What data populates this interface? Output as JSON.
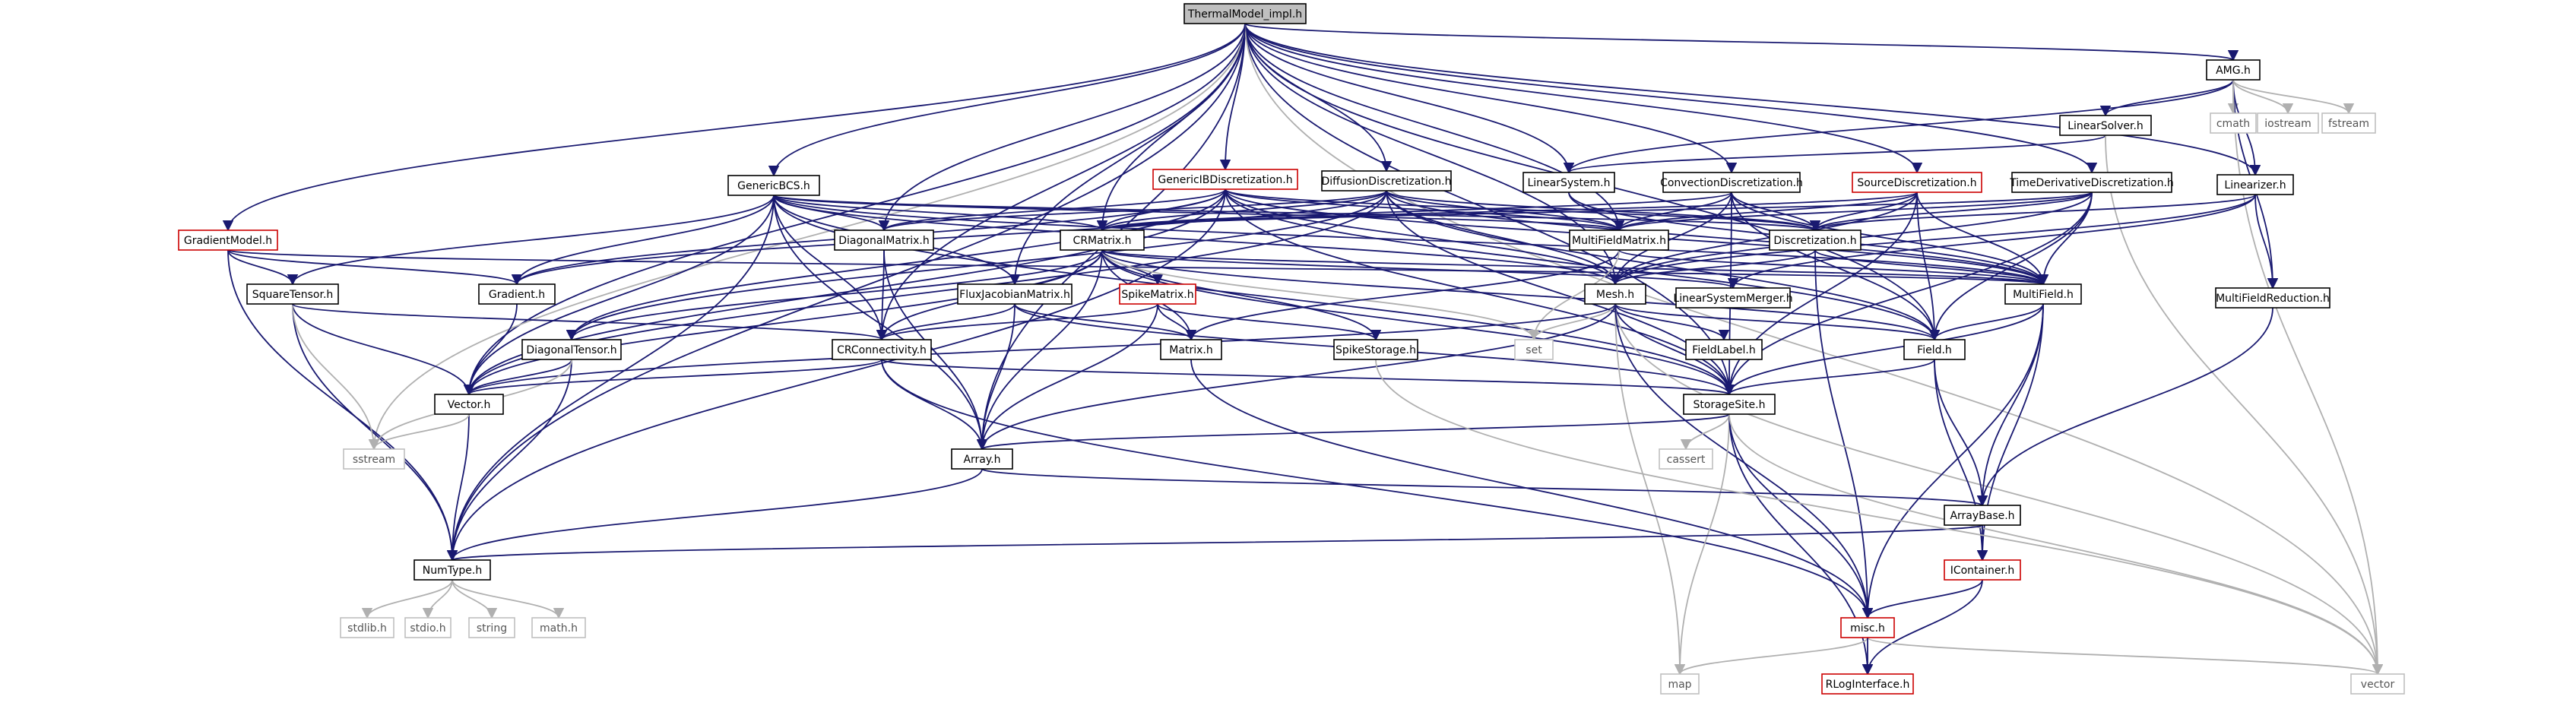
{
  "colors": {
    "edge": "#191970",
    "edge_light": "#b0b0b0",
    "box_border": "#000000",
    "box_border_red": "#cc0000",
    "box_border_gray": "#bfbfbf",
    "root_fill": "#bfbfbf",
    "text": "#000000",
    "text_gray": "#555555"
  },
  "nodes": [
    {
      "id": "thermal",
      "label": "ThermalModel_impl.h",
      "kind": "root"
    },
    {
      "id": "amg",
      "label": "AMG.h",
      "kind": "normal"
    },
    {
      "id": "cmath",
      "label": "cmath",
      "kind": "system"
    },
    {
      "id": "iostream",
      "label": "iostream",
      "kind": "system"
    },
    {
      "id": "fstream",
      "label": "fstream",
      "kind": "system"
    },
    {
      "id": "linearsolver",
      "label": "LinearSolver.h",
      "kind": "normal"
    },
    {
      "id": "genericbcs",
      "label": "GenericBCS.h",
      "kind": "normal"
    },
    {
      "id": "genericib",
      "label": "GenericIBDiscretization.h",
      "kind": "red"
    },
    {
      "id": "diffusion",
      "label": "DiffusionDiscretization.h",
      "kind": "normal"
    },
    {
      "id": "linearsystem",
      "label": "LinearSystem.h",
      "kind": "normal"
    },
    {
      "id": "convection",
      "label": "ConvectionDiscretization.h",
      "kind": "normal"
    },
    {
      "id": "source",
      "label": "SourceDiscretization.h",
      "kind": "red"
    },
    {
      "id": "timederiv",
      "label": "TimeDerivativeDiscretization.h",
      "kind": "normal"
    },
    {
      "id": "linearizer",
      "label": "Linearizer.h",
      "kind": "normal"
    },
    {
      "id": "gradientmodel",
      "label": "GradientModel.h",
      "kind": "red"
    },
    {
      "id": "diagonalmatrix",
      "label": "DiagonalMatrix.h",
      "kind": "normal"
    },
    {
      "id": "crmatrix",
      "label": "CRMatrix.h",
      "kind": "normal"
    },
    {
      "id": "multifieldmatrix",
      "label": "MultiFieldMatrix.h",
      "kind": "normal"
    },
    {
      "id": "discretization",
      "label": "Discretization.h",
      "kind": "normal"
    },
    {
      "id": "squaretensor",
      "label": "SquareTensor.h",
      "kind": "normal"
    },
    {
      "id": "gradient",
      "label": "Gradient.h",
      "kind": "normal"
    },
    {
      "id": "fluxjacobian",
      "label": "FluxJacobianMatrix.h",
      "kind": "normal"
    },
    {
      "id": "spikematrix",
      "label": "SpikeMatrix.h",
      "kind": "red"
    },
    {
      "id": "mesh",
      "label": "Mesh.h",
      "kind": "normal"
    },
    {
      "id": "linearsystemmerger",
      "label": "LinearSystemMerger.h",
      "kind": "normal"
    },
    {
      "id": "multifield",
      "label": "MultiField.h",
      "kind": "normal"
    },
    {
      "id": "multifieldreduction",
      "label": "MultiFieldReduction.h",
      "kind": "normal"
    },
    {
      "id": "diagonaltensor",
      "label": "DiagonalTensor.h",
      "kind": "normal"
    },
    {
      "id": "crconnectivity",
      "label": "CRConnectivity.h",
      "kind": "normal"
    },
    {
      "id": "matrix",
      "label": "Matrix.h",
      "kind": "normal"
    },
    {
      "id": "spikestorage",
      "label": "SpikeStorage.h",
      "kind": "normal"
    },
    {
      "id": "set",
      "label": "set",
      "kind": "system"
    },
    {
      "id": "fieldlabel",
      "label": "FieldLabel.h",
      "kind": "normal"
    },
    {
      "id": "field",
      "label": "Field.h",
      "kind": "normal"
    },
    {
      "id": "vector_h",
      "label": "Vector.h",
      "kind": "normal"
    },
    {
      "id": "storagesite",
      "label": "StorageSite.h",
      "kind": "normal"
    },
    {
      "id": "sstream",
      "label": "sstream",
      "kind": "system"
    },
    {
      "id": "array",
      "label": "Array.h",
      "kind": "normal"
    },
    {
      "id": "cassert",
      "label": "cassert",
      "kind": "system"
    },
    {
      "id": "arraybase",
      "label": "ArrayBase.h",
      "kind": "normal"
    },
    {
      "id": "numtype",
      "label": "NumType.h",
      "kind": "normal"
    },
    {
      "id": "icontainer",
      "label": "IContainer.h",
      "kind": "red"
    },
    {
      "id": "stdlib",
      "label": "stdlib.h",
      "kind": "system"
    },
    {
      "id": "stdio",
      "label": "stdio.h",
      "kind": "system"
    },
    {
      "id": "string",
      "label": "string",
      "kind": "system"
    },
    {
      "id": "math",
      "label": "math.h",
      "kind": "system"
    },
    {
      "id": "misc",
      "label": "misc.h",
      "kind": "red"
    },
    {
      "id": "map",
      "label": "map",
      "kind": "system"
    },
    {
      "id": "rloginterface",
      "label": "RLogInterface.h",
      "kind": "red"
    },
    {
      "id": "vector_std",
      "label": "vector",
      "kind": "system"
    }
  ],
  "edges": [
    [
      "thermal",
      "amg"
    ],
    [
      "thermal",
      "genericbcs"
    ],
    [
      "thermal",
      "genericib"
    ],
    [
      "thermal",
      "diffusion"
    ],
    [
      "thermal",
      "linearsystem"
    ],
    [
      "thermal",
      "convection"
    ],
    [
      "thermal",
      "source"
    ],
    [
      "thermal",
      "timederiv"
    ],
    [
      "thermal",
      "linearizer"
    ],
    [
      "thermal",
      "gradientmodel"
    ],
    [
      "thermal",
      "diagonalmatrix"
    ],
    [
      "thermal",
      "crmatrix"
    ],
    [
      "thermal",
      "multifieldmatrix"
    ],
    [
      "thermal",
      "fluxjacobian"
    ],
    [
      "thermal",
      "mesh"
    ],
    [
      "thermal",
      "field"
    ],
    [
      "thermal",
      "vector_h"
    ],
    [
      "thermal",
      "storagesite"
    ],
    [
      "thermal",
      "sstream"
    ],
    [
      "thermal",
      "array"
    ],
    [
      "thermal",
      "numtype"
    ],
    [
      "thermal",
      "vector_std"
    ],
    [
      "thermal",
      "crconnectivity"
    ],
    [
      "amg",
      "cmath"
    ],
    [
      "amg",
      "iostream"
    ],
    [
      "amg",
      "fstream"
    ],
    [
      "amg",
      "linearsolver"
    ],
    [
      "amg",
      "linearsystem"
    ],
    [
      "amg",
      "multifieldreduction"
    ],
    [
      "amg",
      "linearizer"
    ],
    [
      "amg",
      "vector_std"
    ],
    [
      "linearsolver",
      "linearsystem"
    ],
    [
      "linearsolver",
      "vector_std"
    ],
    [
      "linearsystem",
      "multifieldmatrix"
    ],
    [
      "linearsystem",
      "multifield"
    ],
    [
      "linearizer",
      "discretization"
    ],
    [
      "linearizer",
      "mesh"
    ],
    [
      "linearizer",
      "linearsystemmerger"
    ],
    [
      "linearizer",
      "multifieldreduction"
    ],
    [
      "genericbcs",
      "squaretensor"
    ],
    [
      "genericbcs",
      "diagonalmatrix"
    ],
    [
      "genericbcs",
      "crmatrix"
    ],
    [
      "genericbcs",
      "gradient"
    ],
    [
      "genericbcs",
      "fluxjacobian"
    ],
    [
      "genericbcs",
      "mesh"
    ],
    [
      "genericbcs",
      "crconnectivity"
    ],
    [
      "genericbcs",
      "vector_h"
    ],
    [
      "genericbcs",
      "numtype"
    ],
    [
      "genericbcs",
      "array"
    ],
    [
      "genericbcs",
      "storagesite"
    ],
    [
      "genericbcs",
      "multifield"
    ],
    [
      "genericbcs",
      "multifieldmatrix"
    ],
    [
      "genericbcs",
      "discretization"
    ],
    [
      "genericib",
      "diagonalmatrix"
    ],
    [
      "genericib",
      "crmatrix"
    ],
    [
      "genericib",
      "multifieldmatrix"
    ],
    [
      "genericib",
      "discretization"
    ],
    [
      "genericib",
      "mesh"
    ],
    [
      "genericib",
      "vector_h"
    ],
    [
      "genericib",
      "numtype"
    ],
    [
      "genericib",
      "diagonaltensor"
    ],
    [
      "genericib",
      "storagesite"
    ],
    [
      "genericib",
      "field"
    ],
    [
      "genericib",
      "multifield"
    ],
    [
      "genericib",
      "gradient"
    ],
    [
      "diffusion",
      "crmatrix"
    ],
    [
      "diffusion",
      "multifieldmatrix"
    ],
    [
      "diffusion",
      "discretization"
    ],
    [
      "diffusion",
      "mesh"
    ],
    [
      "diffusion",
      "diagonalmatrix"
    ],
    [
      "diffusion",
      "gradient"
    ],
    [
      "diffusion",
      "diagonaltensor"
    ],
    [
      "diffusion",
      "field"
    ],
    [
      "diffusion",
      "storagesite"
    ],
    [
      "diffusion",
      "multifield"
    ],
    [
      "diffusion",
      "vector_h"
    ],
    [
      "convection",
      "crmatrix"
    ],
    [
      "convection",
      "multifieldmatrix"
    ],
    [
      "convection",
      "discretization"
    ],
    [
      "convection",
      "mesh"
    ],
    [
      "convection",
      "field"
    ],
    [
      "convection",
      "storagesite"
    ],
    [
      "convection",
      "multifield"
    ],
    [
      "source",
      "discretization"
    ],
    [
      "source",
      "multifieldmatrix"
    ],
    [
      "source",
      "mesh"
    ],
    [
      "source",
      "crmatrix"
    ],
    [
      "source",
      "field"
    ],
    [
      "source",
      "storagesite"
    ],
    [
      "source",
      "multifield"
    ],
    [
      "timederiv",
      "discretization"
    ],
    [
      "timederiv",
      "mesh"
    ],
    [
      "timederiv",
      "crmatrix"
    ],
    [
      "timederiv",
      "field"
    ],
    [
      "timederiv",
      "storagesite"
    ],
    [
      "timederiv",
      "multifield"
    ],
    [
      "timederiv",
      "multifieldmatrix"
    ],
    [
      "gradientmodel",
      "squaretensor"
    ],
    [
      "gradientmodel",
      "gradient"
    ],
    [
      "gradientmodel",
      "numtype"
    ],
    [
      "gradientmodel",
      "multifield"
    ],
    [
      "diagonalmatrix",
      "crconnectivity"
    ],
    [
      "diagonalmatrix",
      "array"
    ],
    [
      "crmatrix",
      "crconnectivity"
    ],
    [
      "crmatrix",
      "array"
    ],
    [
      "crmatrix",
      "matrix"
    ],
    [
      "crmatrix",
      "spikematrix"
    ],
    [
      "crmatrix",
      "spikestorage"
    ],
    [
      "crmatrix",
      "storagesite"
    ],
    [
      "crmatrix",
      "set"
    ],
    [
      "crmatrix",
      "vector_h"
    ],
    [
      "crmatrix",
      "diagonaltensor"
    ],
    [
      "crmatrix",
      "linearsystemmerger"
    ],
    [
      "crmatrix",
      "multifield"
    ],
    [
      "crmatrix",
      "field"
    ],
    [
      "multifieldmatrix",
      "matrix"
    ],
    [
      "multifieldmatrix",
      "set"
    ],
    [
      "multifieldmatrix",
      "multifield"
    ],
    [
      "discretization",
      "mesh"
    ],
    [
      "discretization",
      "multifield"
    ],
    [
      "discretization",
      "misc"
    ],
    [
      "squaretensor",
      "vector_h"
    ],
    [
      "squaretensor",
      "numtype"
    ],
    [
      "squaretensor",
      "sstream"
    ],
    [
      "squaretensor",
      "crconnectivity"
    ],
    [
      "gradient",
      "vector_h"
    ],
    [
      "fluxjacobian",
      "crconnectivity"
    ],
    [
      "fluxjacobian",
      "matrix"
    ],
    [
      "fluxjacobian",
      "array"
    ],
    [
      "fluxjacobian",
      "storagesite"
    ],
    [
      "spikematrix",
      "crconnectivity"
    ],
    [
      "spikematrix",
      "matrix"
    ],
    [
      "spikematrix",
      "spikestorage"
    ],
    [
      "spikematrix",
      "array"
    ],
    [
      "mesh",
      "set"
    ],
    [
      "mesh",
      "fieldlabel"
    ],
    [
      "mesh",
      "field"
    ],
    [
      "mesh",
      "storagesite"
    ],
    [
      "mesh",
      "array"
    ],
    [
      "mesh",
      "vector_h"
    ],
    [
      "mesh",
      "map"
    ],
    [
      "mesh",
      "vector_std"
    ],
    [
      "mesh",
      "misc"
    ],
    [
      "multifield",
      "field"
    ],
    [
      "multifield",
      "storagesite"
    ],
    [
      "multifield",
      "arraybase"
    ],
    [
      "multifield",
      "misc"
    ],
    [
      "multifield",
      "icontainer"
    ],
    [
      "multifieldreduction",
      "arraybase"
    ],
    [
      "diagonaltensor",
      "vector_h"
    ],
    [
      "diagonaltensor",
      "numtype"
    ],
    [
      "diagonaltensor",
      "sstream"
    ],
    [
      "crconnectivity",
      "array"
    ],
    [
      "crconnectivity",
      "storagesite"
    ],
    [
      "crconnectivity",
      "vector_h"
    ],
    [
      "crconnectivity",
      "misc"
    ],
    [
      "matrix",
      "misc"
    ],
    [
      "field",
      "storagesite"
    ],
    [
      "field",
      "arraybase"
    ],
    [
      "field",
      "icontainer"
    ],
    [
      "vector_h",
      "numtype"
    ],
    [
      "vector_h",
      "sstream"
    ],
    [
      "storagesite",
      "array"
    ],
    [
      "storagesite",
      "cassert"
    ],
    [
      "storagesite",
      "map"
    ],
    [
      "storagesite",
      "misc"
    ],
    [
      "storagesite",
      "rloginterface"
    ],
    [
      "storagesite",
      "vector_std"
    ],
    [
      "array",
      "arraybase"
    ],
    [
      "array",
      "numtype"
    ],
    [
      "arraybase",
      "numtype"
    ],
    [
      "arraybase",
      "icontainer"
    ],
    [
      "numtype",
      "stdlib"
    ],
    [
      "numtype",
      "stdio"
    ],
    [
      "numtype",
      "string"
    ],
    [
      "numtype",
      "math"
    ],
    [
      "icontainer",
      "misc"
    ],
    [
      "icontainer",
      "rloginterface"
    ],
    [
      "misc",
      "map"
    ],
    [
      "misc",
      "vector_std"
    ],
    [
      "misc",
      "rloginterface"
    ],
    [
      "spikestorage",
      "vector_std"
    ]
  ]
}
